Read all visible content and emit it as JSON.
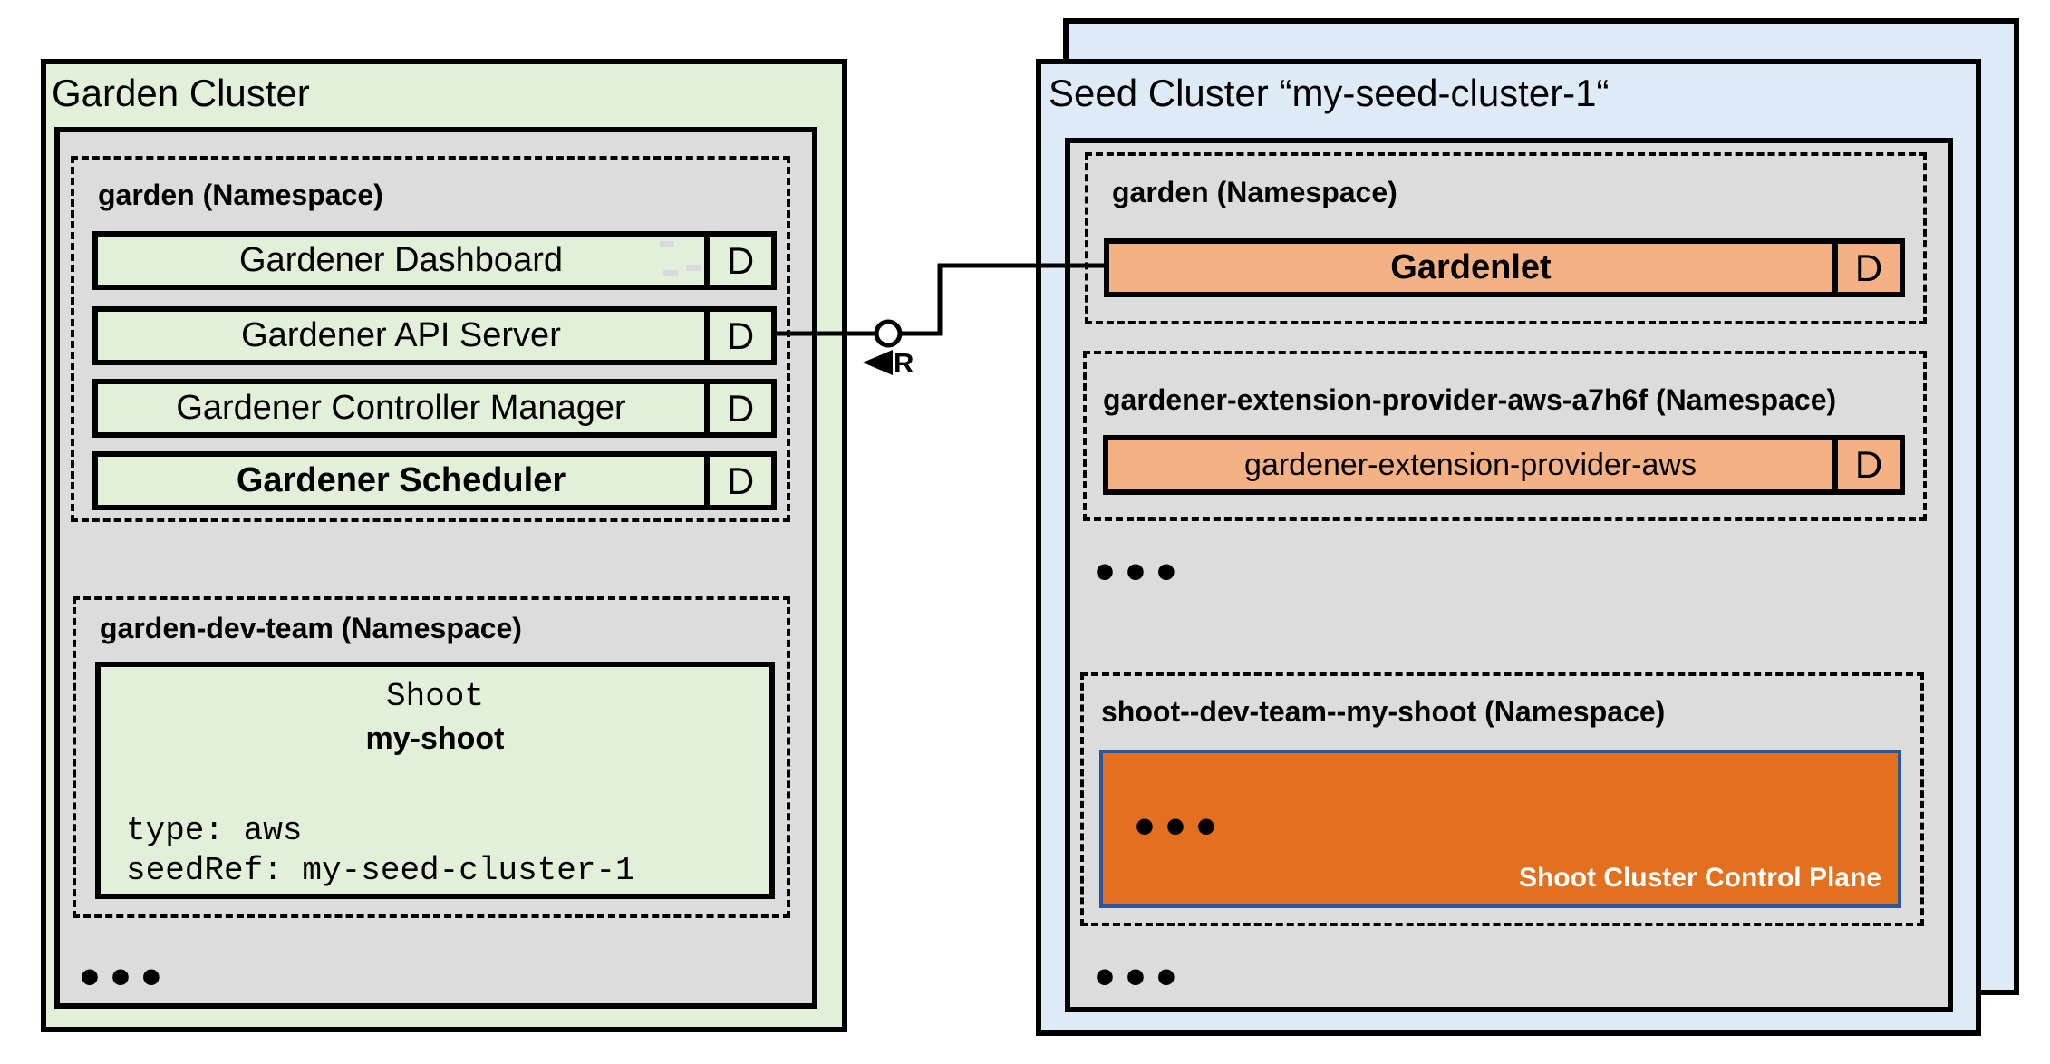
{
  "garden_cluster": {
    "title": "Garden Cluster",
    "ellipsis": "•••",
    "ns_garden": {
      "label": "garden (Namespace)",
      "rows": [
        {
          "label": "Gardener Dashboard",
          "badge": "D"
        },
        {
          "label": "Gardener API Server",
          "badge": "D"
        },
        {
          "label": "Gardener Controller Manager",
          "badge": "D"
        },
        {
          "label": "Gardener Scheduler",
          "badge": "D"
        }
      ]
    },
    "ns_dev_team": {
      "label": "garden-dev-team (Namespace)",
      "shoot": {
        "kind": "Shoot",
        "name": "my-shoot",
        "spec_line_1": "type: aws",
        "spec_line_2": "seedRef: my-seed-cluster-1"
      }
    }
  },
  "connector": {
    "label": "R"
  },
  "seed_cluster": {
    "title": "Seed Cluster “my-seed-cluster-1“",
    "ellipsis_top": "•••",
    "ellipsis_bottom": "•••",
    "ns_garden": {
      "label": "garden (Namespace)",
      "row": {
        "label": "Gardenlet",
        "badge": "D"
      }
    },
    "ns_extension": {
      "label": "gardener-extension-provider-aws-a7h6f (Namespace)",
      "row": {
        "label": "gardener-extension-provider-aws",
        "badge": "D"
      }
    },
    "ns_shoot": {
      "label": "shoot--dev-team--my-shoot (Namespace)",
      "control_plane": {
        "ellipsis": "•••",
        "label": "Shoot Cluster Control Plane"
      }
    }
  },
  "colors": {
    "garden_bg": "#E2EFD9",
    "namespace_bg": "#DCDCDC",
    "seed_bg": "#DEEBF7",
    "component_orange": "#F4B183",
    "control_plane_orange": "#E2701E",
    "control_plane_border": "#2E5597",
    "line_black": "#000000"
  }
}
